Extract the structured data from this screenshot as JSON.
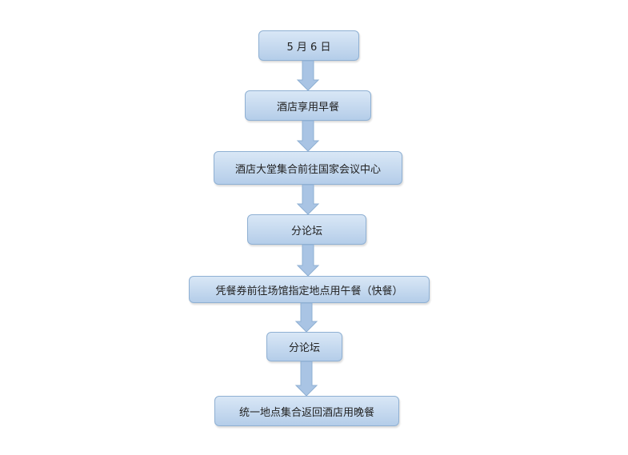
{
  "flowchart": {
    "steps": [
      {
        "label": "5 月 6 日"
      },
      {
        "label": "酒店享用早餐"
      },
      {
        "label": "酒店大堂集合前往国家会议中心"
      },
      {
        "label": "分论坛"
      },
      {
        "label": "凭餐券前往场馆指定地点用午餐（快餐）"
      },
      {
        "label": "分论坛"
      },
      {
        "label": "统一地点集合返回酒店用晚餐"
      }
    ],
    "colors": {
      "box_fill": "#c6daf0",
      "box_border": "#8fb0d3",
      "arrow": "#a9c4e4"
    }
  }
}
